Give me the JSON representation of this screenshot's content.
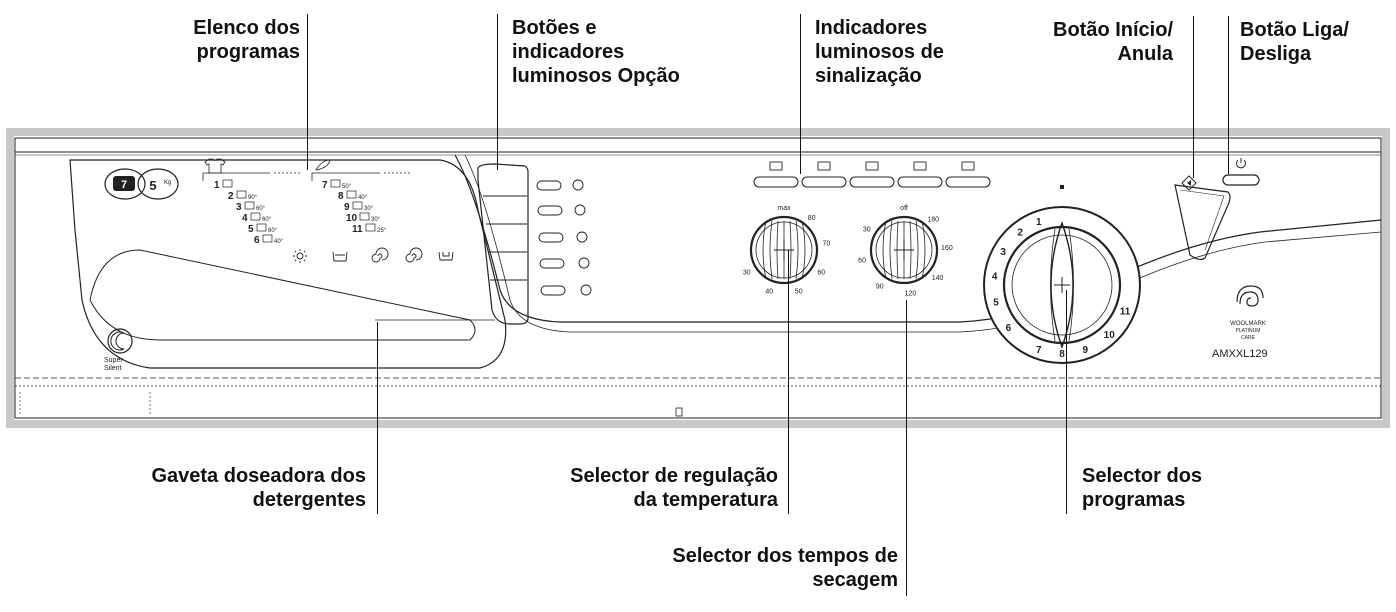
{
  "callouts": {
    "program_list": "Elenco dos\nprogramas",
    "option_buttons": "Botões e\nindicadores\nluminosos Opção",
    "signal_lights": "Indicadores\nluminosos de\nsinalização",
    "start_cancel": "Botão Início/\nAnula",
    "power": "Botão Liga/\nDesliga",
    "detergent_drawer": "Gaveta doseadora dos\ndetergentes",
    "temperature_selector": "Selector de regulação\nda temperatura",
    "program_selector": "Selector dos\nprogramas",
    "drying_selector": "Selector dos tempos de\nsecagem"
  },
  "panel": {
    "badge_7": "7",
    "badge_5": "5",
    "badge_kg": "Kg",
    "super_silent": "Super\nSilent",
    "model": "AMXXL129",
    "woolmark_1": "WOOLMARK",
    "woolmark_2": "PLATINUM",
    "woolmark_3": "CARE",
    "program_group1": [
      "1",
      "2",
      "3",
      "4",
      "5",
      "6"
    ],
    "program_group1_temps": [
      "",
      "90°",
      "60°",
      "60°",
      "60°",
      "40°"
    ],
    "program_group2": [
      "7",
      "8",
      "9",
      "10",
      "11"
    ],
    "program_group2_temps": [
      "50°",
      "40°",
      "30°",
      "30°",
      "25°"
    ],
    "temp_knob_labels": [
      "max",
      "80",
      "70",
      "60",
      "50",
      "40",
      "30"
    ],
    "dry_knob_labels": [
      "off",
      "180",
      "160",
      "140",
      "120",
      "90",
      "60",
      "30"
    ],
    "program_dial_numbers": [
      "1",
      "2",
      "3",
      "4",
      "5",
      "6",
      "7",
      "8",
      "9",
      "10",
      "11"
    ]
  },
  "colors": {
    "frame": "#c8c8c8",
    "line": "#222222",
    "text": "#111111"
  },
  "icons": {
    "program_list": "shirt-icon",
    "signal_lights": [
      "key-icon",
      "tub-icon",
      "tub-wave-icon",
      "spiral-icon",
      "sun-icon"
    ],
    "option_buttons": [
      "sun-arrow-icon",
      "shirt-icon",
      "tub-icon",
      "clock-icon",
      "tub-wave-icon"
    ],
    "start": "diamond-icon",
    "power": "power-icon"
  }
}
